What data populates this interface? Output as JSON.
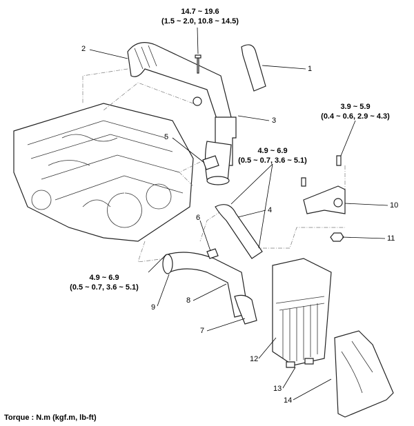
{
  "torques": [
    {
      "value": "14.7 ~ 19.6",
      "units": "(1.5 ~ 2.0, 10.8 ~ 14.5)"
    },
    {
      "value": "3.9 ~ 5.9",
      "units": "(0.4 ~ 0.6, 2.9 ~ 4.3)"
    },
    {
      "value": "4.9 ~ 6.9",
      "units": "(0.5 ~ 0.7, 3.6 ~ 5.1)"
    },
    {
      "value": "4.9 ~ 6.9",
      "units": "(0.5 ~ 0.7, 3.6 ~ 5.1)"
    }
  ],
  "callouts": [
    "1",
    "2",
    "3",
    "4",
    "5",
    "6",
    "7",
    "8",
    "9",
    "10",
    "11",
    "12",
    "13",
    "14"
  ],
  "footer": "Torque : N.m (kgf.m, lb-ft)"
}
